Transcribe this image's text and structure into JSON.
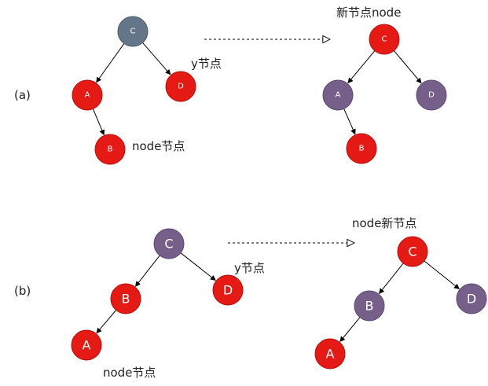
{
  "colors": {
    "red": "#e51a14",
    "red_stroke": "#b80d0d",
    "grey": "#647687",
    "grey_stroke": "#4a5866",
    "purple": "#76608a",
    "purple_stroke": "#5a4870",
    "edge": "#000000",
    "text_on_node": "#ffffff"
  },
  "panels": {
    "a": {
      "label": "(a)",
      "before": {
        "nodes": [
          {
            "id": "C",
            "label": "C",
            "color": "grey"
          },
          {
            "id": "A",
            "label": "A",
            "color": "red"
          },
          {
            "id": "D",
            "label": "D",
            "color": "red"
          },
          {
            "id": "B",
            "label": "B",
            "color": "red"
          }
        ],
        "edges": [
          [
            "C",
            "A"
          ],
          [
            "C",
            "D"
          ],
          [
            "A",
            "B"
          ]
        ],
        "annotations": {
          "y": "y节点",
          "node": "node节点"
        }
      },
      "after": {
        "nodes": [
          {
            "id": "C",
            "label": "C",
            "color": "red"
          },
          {
            "id": "A",
            "label": "A",
            "color": "purple"
          },
          {
            "id": "D",
            "label": "D",
            "color": "purple"
          },
          {
            "id": "B",
            "label": "B",
            "color": "red"
          }
        ],
        "edges": [
          [
            "C",
            "A"
          ],
          [
            "C",
            "D"
          ],
          [
            "A",
            "B"
          ]
        ],
        "annotations": {
          "node": "新节点node"
        }
      }
    },
    "b": {
      "label": "(b)",
      "before": {
        "nodes": [
          {
            "id": "C",
            "label": "C",
            "color": "purple"
          },
          {
            "id": "B",
            "label": "B",
            "color": "red"
          },
          {
            "id": "D",
            "label": "D",
            "color": "red"
          },
          {
            "id": "A",
            "label": "A",
            "color": "red"
          }
        ],
        "edges": [
          [
            "C",
            "B"
          ],
          [
            "C",
            "D"
          ],
          [
            "B",
            "A"
          ]
        ],
        "annotations": {
          "y": "y节点",
          "node": "node节点"
        }
      },
      "after": {
        "nodes": [
          {
            "id": "C",
            "label": "C",
            "color": "red"
          },
          {
            "id": "B",
            "label": "B",
            "color": "purple"
          },
          {
            "id": "D",
            "label": "D",
            "color": "purple"
          },
          {
            "id": "A",
            "label": "A",
            "color": "red"
          }
        ],
        "edges": [
          [
            "C",
            "B"
          ],
          [
            "C",
            "D"
          ],
          [
            "B",
            "A"
          ]
        ],
        "annotations": {
          "node": "node新节点"
        }
      }
    }
  }
}
